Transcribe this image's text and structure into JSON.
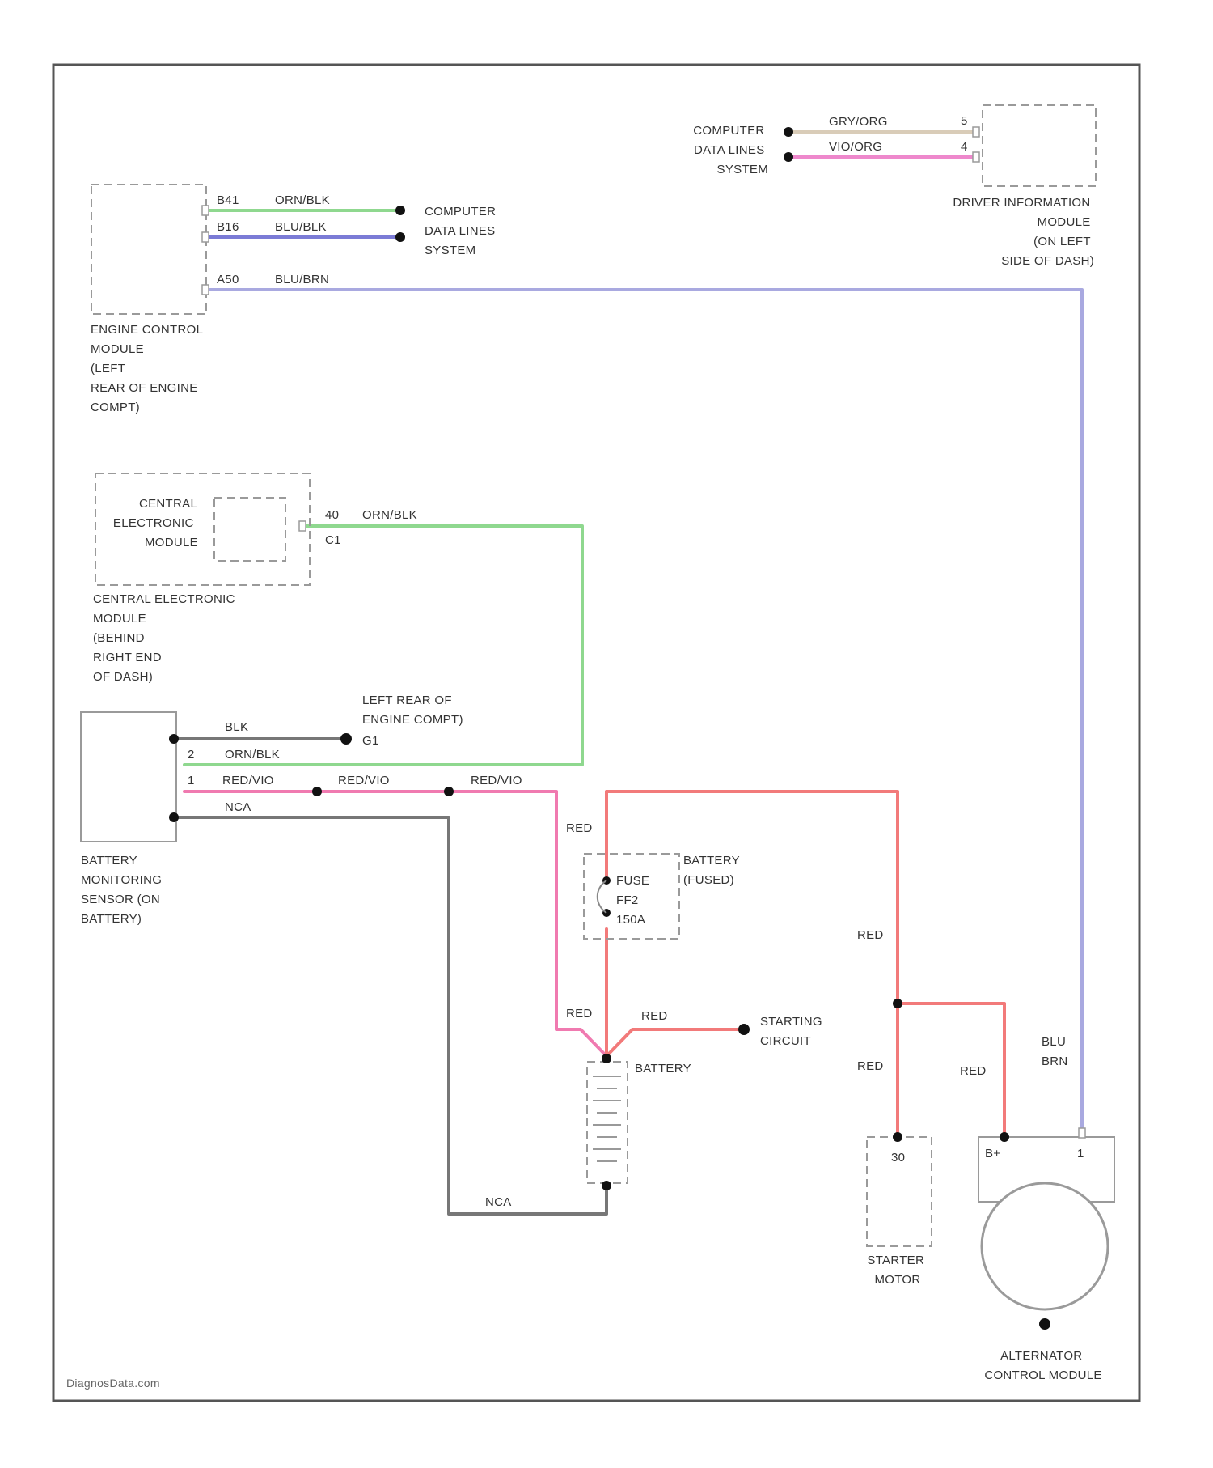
{
  "colors": {
    "orn_blk": "#8fd88f",
    "blu_blk": "#7b7bd6",
    "blu_brn": "#a9a9e0",
    "gry_org": "#d9ccb8",
    "vio_org": "#ee88cc",
    "red_vio": "#f07ab0",
    "red": "#f27a7a",
    "blk": "#777777",
    "frame": "#555555"
  },
  "components": {
    "engine_control_module": {
      "label": [
        "ENGINE CONTROL",
        "MODULE",
        "(LEFT",
        "REAR OF ENGINE",
        "COMPT)"
      ],
      "pins": [
        "B41",
        "B16",
        "A50"
      ]
    },
    "driver_info_module": {
      "label": [
        "DRIVER INFORMATION",
        "MODULE",
        "(ON LEFT",
        "SIDE OF DASH)"
      ],
      "pins": [
        "5",
        "4"
      ]
    },
    "central_electronic_module": {
      "inner_label": [
        "CENTRAL",
        "ELECTRONIC",
        "MODULE"
      ],
      "label": [
        "CENTRAL ELECTRONIC",
        "MODULE",
        "(BEHIND",
        "RIGHT END",
        "OF DASH)"
      ],
      "pins": [
        "40",
        "C1"
      ]
    },
    "battery_monitoring_sensor": {
      "label": [
        "BATTERY",
        "MONITORING",
        "SENSOR (ON",
        "BATTERY)"
      ],
      "pins": [
        "2",
        "1"
      ]
    },
    "ground": {
      "label": [
        "LEFT REAR OF",
        "ENGINE COMPT)"
      ],
      "id": "G1"
    },
    "fuse": {
      "label": [
        "FUSE",
        "FF2",
        "150A"
      ]
    },
    "battery_fused": {
      "label": [
        "BATTERY",
        "(FUSED)"
      ]
    },
    "battery": {
      "label": "BATTERY"
    },
    "starting_circuit": {
      "label": [
        "STARTING",
        "CIRCUIT"
      ]
    },
    "starter_motor": {
      "label": [
        "STARTER",
        "MOTOR"
      ],
      "pin": "30"
    },
    "alternator": {
      "label": [
        "ALTERNATOR",
        "CONTROL MODULE"
      ],
      "pins": [
        "B+",
        "1"
      ]
    }
  },
  "destinations": {
    "computer_data_lines_left": [
      "COMPUTER",
      "DATA LINES",
      "SYSTEM"
    ],
    "computer_data_lines_top": [
      "COMPUTER",
      "DATA LINES",
      "SYSTEM"
    ]
  },
  "wire_labels": {
    "orn_blk": "ORN/BLK",
    "blu_blk": "BLU/BLK",
    "blu_brn": "BLU/BRN",
    "gry_org": "GRY/ORG",
    "vio_org": "VIO/ORG",
    "blk": "BLK",
    "red_vio": "RED/VIO",
    "nca": "NCA",
    "red": "RED",
    "blu": "BLU",
    "brn": "BRN"
  },
  "watermark": "DiagnosData.com"
}
